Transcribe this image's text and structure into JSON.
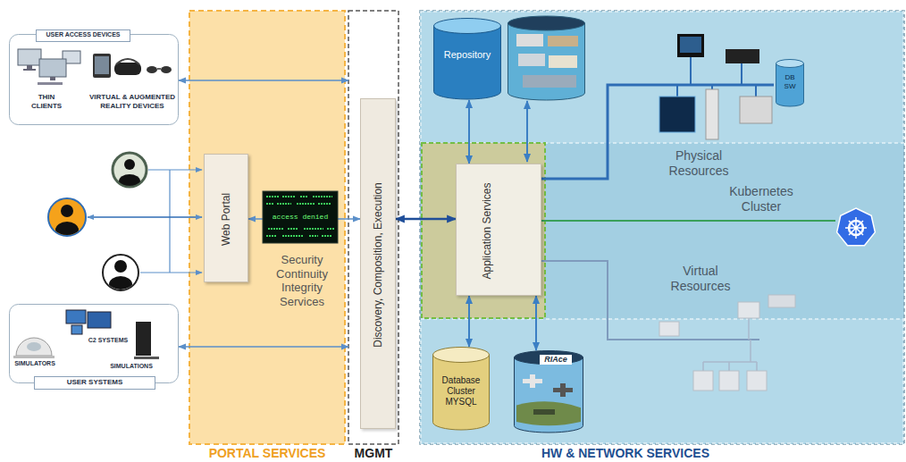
{
  "diagram": {
    "nodes": [
      {
        "text": [
          "USER ACCESS DEVICES",
          "THIN CLIENTS",
          "VIRTUAL & AUGMENTED REALITY DEVICES"
        ]
      },
      {
        "text": [
          "PORTAL SERVICES"
        ]
      },
      {
        "text": [
          "Web Portal"
        ],
        "in": 1
      },
      {
        "text": [
          "C2 SYSTEMS",
          "SIMULATORS",
          "SIMULATIONS",
          "USER SYSTEMS"
        ]
      },
      {
        "text": [
          "MGMT"
        ]
      },
      {
        "text": [
          "Discovery, Composition, Execution"
        ],
        "in": 4
      },
      {
        "text": [
          "HW & NETWORK SERVICES"
        ]
      },
      {
        "text": [
          "Repository"
        ],
        "in": 6
      },
      {
        "text": [
          "Application Services"
        ],
        "in": 6
      },
      {
        "text": [
          "DB SW"
        ],
        "in": 6
      },
      {
        "text": [
          "Database Cluster MYSQL"
        ],
        "in": 6
      },
      {
        "text": [
          "RIAce"
        ],
        "in": 6
      }
    ],
    "edges": [
      {
        "from": 0,
        "to": 4,
        "arrow": "both"
      },
      {
        "from": 2,
        "to": 5,
        "arrow": "both"
      },
      {
        "from": 3,
        "to": 4,
        "arrow": "both"
      },
      {
        "from": 5,
        "to": 8,
        "arrow": "both"
      },
      {
        "from": 8,
        "to": 7,
        "arrow": "both"
      },
      {
        "from": 8,
        "to": 10,
        "arrow": "both"
      },
      {
        "from": 8,
        "to": 11,
        "arrow": "both"
      }
    ],
    "labels": [
      "access denied",
      "Security Continuity Integrity Services",
      "Physical Resources",
      "Kubernetes Cluster",
      "Virtual Resources"
    ]
  }
}
